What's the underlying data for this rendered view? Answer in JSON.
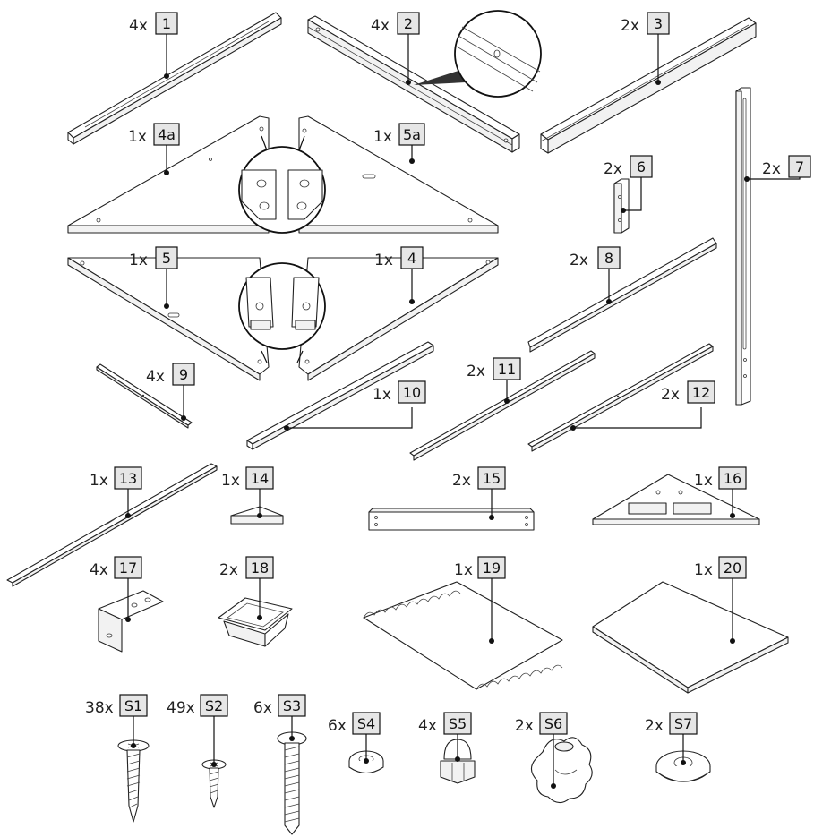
{
  "parts": [
    {
      "id": "1",
      "qty": "4x"
    },
    {
      "id": "2",
      "qty": "4x"
    },
    {
      "id": "3",
      "qty": "2x"
    },
    {
      "id": "4a",
      "qty": "1x"
    },
    {
      "id": "5a",
      "qty": "1x"
    },
    {
      "id": "6",
      "qty": "2x"
    },
    {
      "id": "7",
      "qty": "2x"
    },
    {
      "id": "5",
      "qty": "1x"
    },
    {
      "id": "4",
      "qty": "1x"
    },
    {
      "id": "8",
      "qty": "2x"
    },
    {
      "id": "9",
      "qty": "4x"
    },
    {
      "id": "10",
      "qty": "1x"
    },
    {
      "id": "11",
      "qty": "2x"
    },
    {
      "id": "12",
      "qty": "2x"
    },
    {
      "id": "13",
      "qty": "1x"
    },
    {
      "id": "14",
      "qty": "1x"
    },
    {
      "id": "15",
      "qty": "2x"
    },
    {
      "id": "16",
      "qty": "1x"
    },
    {
      "id": "17",
      "qty": "4x"
    },
    {
      "id": "18",
      "qty": "2x"
    },
    {
      "id": "19",
      "qty": "1x"
    },
    {
      "id": "20",
      "qty": "1x"
    },
    {
      "id": "S1",
      "qty": "38x"
    },
    {
      "id": "S2",
      "qty": "49x"
    },
    {
      "id": "S3",
      "qty": "6x"
    },
    {
      "id": "S4",
      "qty": "6x"
    },
    {
      "id": "S5",
      "qty": "4x"
    },
    {
      "id": "S6",
      "qty": "2x"
    },
    {
      "id": "S7",
      "qty": "2x"
    }
  ]
}
